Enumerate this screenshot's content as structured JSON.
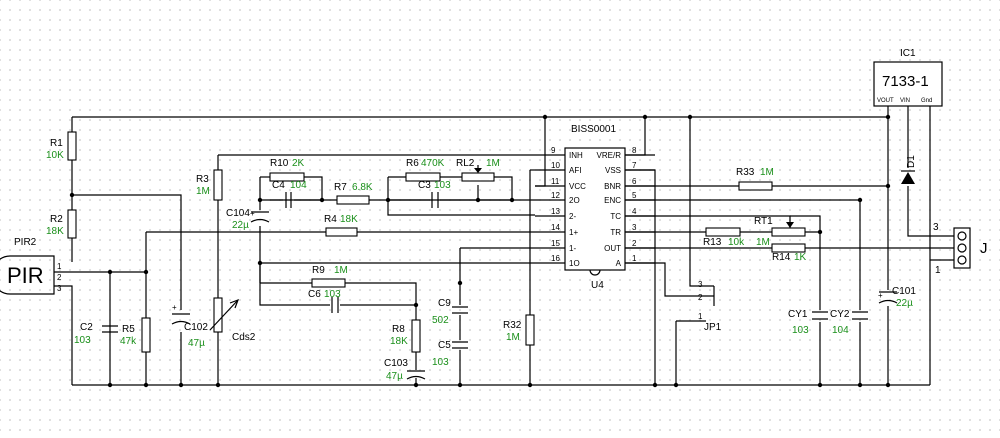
{
  "components": {
    "R1": {
      "ref": "R1",
      "value": "10K"
    },
    "R2": {
      "ref": "R2",
      "value": "18K"
    },
    "R3": {
      "ref": "R3",
      "value": "1M"
    },
    "R4": {
      "ref": "R4",
      "value": "18K"
    },
    "R5": {
      "ref": "R5",
      "value": "47k"
    },
    "R6": {
      "ref": "R6",
      "value": "470K"
    },
    "R7": {
      "ref": "R7",
      "value": "6.8K"
    },
    "R8": {
      "ref": "R8",
      "value": "18K"
    },
    "R9": {
      "ref": "R9",
      "value": "1M"
    },
    "R10": {
      "ref": "R10",
      "value": "2K"
    },
    "R13": {
      "ref": "R13",
      "value": "10k"
    },
    "R14": {
      "ref": "R14",
      "value": "1K"
    },
    "R32": {
      "ref": "R32",
      "value": "1M"
    },
    "R33": {
      "ref": "R33",
      "value": "1M"
    },
    "RL2": {
      "ref": "RL2",
      "value": "1M"
    },
    "RT1": {
      "ref": "RT1",
      "value": "1M"
    },
    "C2": {
      "ref": "C2",
      "value": "103"
    },
    "C3": {
      "ref": "C3",
      "value": "103"
    },
    "C4": {
      "ref": "C4",
      "value": "104"
    },
    "C5": {
      "ref": "C5",
      "value": "103"
    },
    "C6": {
      "ref": "C6",
      "value": "103"
    },
    "C9": {
      "ref": "C9",
      "value": "502"
    },
    "C101": {
      "ref": "C101",
      "value": "22µ"
    },
    "C102": {
      "ref": "C102",
      "value": "47µ"
    },
    "C103": {
      "ref": "C103",
      "value": "47µ"
    },
    "C104": {
      "ref": "C104",
      "value": "22µ"
    },
    "CY1": {
      "ref": "CY1",
      "value": "103"
    },
    "CY2": {
      "ref": "CY2",
      "value": "104"
    },
    "Cds2": {
      "ref": "Cds2"
    },
    "D1": {
      "ref": "D1"
    },
    "JP1": {
      "ref": "JP1"
    },
    "J": {
      "ref": "J"
    },
    "PIR2": {
      "ref": "PIR2",
      "body": "PIR"
    },
    "IC1": {
      "ref": "IC1",
      "part": "7133-1",
      "pins": [
        "VOUT",
        "VIN",
        "Gnd"
      ]
    },
    "U4": {
      "ref": "U4",
      "part": "BISS0001"
    }
  },
  "u4_pins_left": [
    {
      "num": "9",
      "name": "INH"
    },
    {
      "num": "10",
      "name": "AFI"
    },
    {
      "num": "11",
      "name": "VCC"
    },
    {
      "num": "12",
      "name": "2O"
    },
    {
      "num": "13",
      "name": "2-"
    },
    {
      "num": "14",
      "name": "1+"
    },
    {
      "num": "15",
      "name": "1-"
    },
    {
      "num": "16",
      "name": "1O"
    }
  ],
  "u4_pins_right": [
    {
      "num": "8",
      "name": "VRE/R"
    },
    {
      "num": "7",
      "name": "VSS"
    },
    {
      "num": "6",
      "name": "BNR"
    },
    {
      "num": "5",
      "name": "ENC"
    },
    {
      "num": "4",
      "name": "TC"
    },
    {
      "num": "3",
      "name": "TR"
    },
    {
      "num": "2",
      "name": "OUT"
    },
    {
      "num": "1",
      "name": "A"
    }
  ],
  "pin_numbers": {
    "pir": [
      "1",
      "2",
      "3"
    ],
    "jp1": [
      "1",
      "2",
      "3"
    ],
    "j": [
      "3",
      "1"
    ]
  }
}
